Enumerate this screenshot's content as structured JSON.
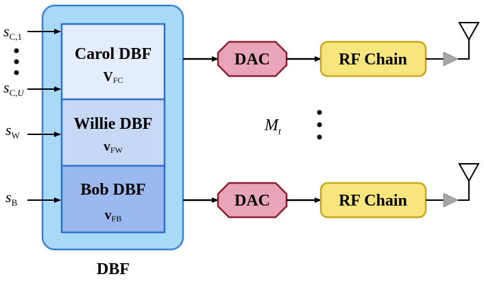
{
  "dbf_block": {
    "caption": "DBF",
    "carol": {
      "name": "Carol DBF",
      "vec_main": "V",
      "vec_sub": "FC"
    },
    "willie": {
      "name": "Willie DBF",
      "vec_main": "v",
      "vec_sub": "FW"
    },
    "bob": {
      "name": "Bob DBF",
      "vec_main": "v",
      "vec_sub": "FB"
    }
  },
  "inputs": {
    "s_c1": {
      "main": "s",
      "sub": "C,1"
    },
    "s_cu": {
      "main": "s",
      "sub_a": "C,",
      "sub_b": "U"
    },
    "s_w": {
      "main": "s",
      "sub": "W"
    },
    "s_b": {
      "main": "s",
      "sub": "B"
    }
  },
  "chains": {
    "dac_label": "DAC",
    "rf_label": "RF Chain"
  },
  "middle": {
    "mt_main": "M",
    "mt_sub": "t"
  },
  "colors": {
    "dbf_outer_fill": "#a8daf7",
    "dbf_outer_stroke": "#3b82d6",
    "carol_fill": "#e3edfb",
    "willie_fill": "#c7d8f5",
    "bob_fill": "#9cb9ef",
    "inner_stroke": "#2e6fcf",
    "dac_fill": "#e8a4b8",
    "dac_stroke": "#8a1f2b",
    "rf_fill": "#f7e57d",
    "rf_stroke": "#c9a61c",
    "amp_fill": "#a6a6a6"
  }
}
